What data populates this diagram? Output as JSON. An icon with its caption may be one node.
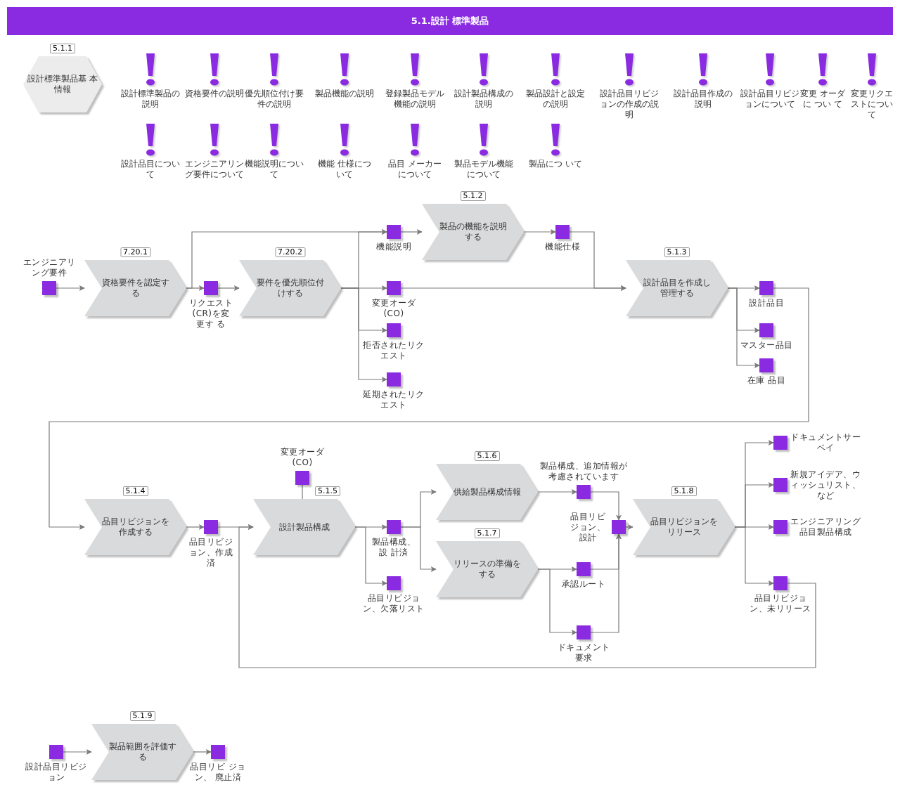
{
  "diagram": {
    "title": "5.1.設計 標準製品",
    "nodes": [
      {
        "text": [
          "設計標準製品基 本情報"
        ],
        "beside": [
          "5.1.1"
        ]
      },
      {
        "text": [],
        "shape": "box",
        "beside": [
          "エンジニアリング要件"
        ]
      },
      {
        "text": [
          "資格要件を認定する"
        ],
        "beside": [
          "7.20.1"
        ]
      },
      {
        "text": [],
        "shape": "box",
        "beside": [
          "リクエスト(CR)を変更す る"
        ]
      },
      {
        "text": [
          "要件を優先順位付けする"
        ],
        "beside": [
          "7.20.2"
        ]
      },
      {
        "text": [],
        "shape": "box",
        "beside": [
          "機能説明"
        ]
      },
      {
        "text": [],
        "shape": "box",
        "beside": [
          "変更オーダ(CO)"
        ]
      },
      {
        "text": [],
        "shape": "box",
        "beside": [
          "拒否されたリクエスト"
        ]
      },
      {
        "text": [],
        "shape": "box",
        "beside": [
          "延期されたリクエスト"
        ]
      },
      {
        "text": [
          "製品の機能を説明する"
        ],
        "beside": [
          "5.1.2"
        ]
      },
      {
        "text": [],
        "shape": "box",
        "beside": [
          "機能仕様"
        ]
      },
      {
        "text": [
          "設計品目を作成し管理する"
        ],
        "beside": [
          "5.1.3"
        ]
      },
      {
        "text": [],
        "shape": "box",
        "beside": [
          "設計品目"
        ]
      },
      {
        "text": [],
        "shape": "box",
        "beside": [
          "マスター品目"
        ]
      },
      {
        "text": [],
        "shape": "box",
        "beside": [
          "在庫 品目"
        ]
      },
      {
        "text": [
          "品目リビジョンを作成する"
        ],
        "beside": [
          "5.1.4"
        ]
      },
      {
        "text": [],
        "shape": "box",
        "beside": [
          "品目リビジョン、作成済"
        ]
      },
      {
        "text": [],
        "shape": "box",
        "beside": [
          "変更オーダ(CO)"
        ]
      },
      {
        "text": [
          "設計製品構成"
        ],
        "beside": [
          "5.1.5"
        ]
      },
      {
        "text": [],
        "shape": "box",
        "beside": [
          "製品構成、設 計済"
        ]
      },
      {
        "text": [],
        "shape": "box",
        "beside": [
          "品目リビジョン、欠落リスト"
        ]
      },
      {
        "text": [
          "供給製品構成情報"
        ],
        "beside": [
          "5.1.6"
        ]
      },
      {
        "text": [
          "リリースの準備をする"
        ],
        "beside": [
          "5.1.7"
        ]
      },
      {
        "text": [],
        "shape": "box",
        "beside": [
          "製品構成、追加情報が考慮されています"
        ]
      },
      {
        "text": [],
        "shape": "box",
        "beside": [
          "承認ルート"
        ]
      },
      {
        "text": [],
        "shape": "box",
        "beside": [
          "ドキュメント要求"
        ]
      },
      {
        "text": [],
        "shape": "box",
        "beside": [
          "品目リビジョン、設計"
        ]
      },
      {
        "text": [
          "品目リビジョンをリリース"
        ],
        "beside": [
          "5.1.8"
        ]
      },
      {
        "text": [],
        "shape": "box",
        "beside": [
          "ドキュメントサーベイ"
        ]
      },
      {
        "text": [],
        "shape": "box",
        "beside": [
          "新規アイデア、ウィッシュリスト、など"
        ]
      },
      {
        "text": [],
        "shape": "box",
        "beside": [
          "エンジニアリング品目製品構成"
        ]
      },
      {
        "text": [],
        "shape": "box",
        "beside": [
          "品目リビジョン、未リリース"
        ]
      },
      {
        "text": [],
        "shape": "box",
        "beside": [
          "設計品目リビジョン"
        ]
      },
      {
        "text": [
          "製品範囲を評価する"
        ],
        "beside": [
          "5.1.9"
        ]
      },
      {
        "text": [],
        "shape": "box",
        "beside": [
          "品目リビ ジョン、 廃止済"
        ]
      }
    ],
    "edges": [
      {
        "from": 1,
        "to": 2,
        "arrow": "to"
      },
      {
        "from": 2,
        "to": 3,
        "arrow": "to"
      },
      {
        "from": 2,
        "to": 5,
        "arrow": "to"
      },
      {
        "from": 3,
        "to": 4,
        "arrow": "to"
      },
      {
        "from": 4,
        "to": 5,
        "arrow": "to"
      },
      {
        "from": 4,
        "to": 6,
        "arrow": "to"
      },
      {
        "from": 4,
        "to": 7,
        "arrow": "to"
      },
      {
        "from": 4,
        "to": 8,
        "arrow": "to"
      },
      {
        "from": 5,
        "to": 9,
        "arrow": "to"
      },
      {
        "from": 9,
        "to": 10,
        "arrow": "to"
      },
      {
        "from": 10,
        "to": 11,
        "arrow": "to"
      },
      {
        "from": 6,
        "to": 11,
        "arrow": "to"
      },
      {
        "from": 11,
        "to": 12,
        "arrow": "to"
      },
      {
        "from": 11,
        "to": 13,
        "arrow": "to"
      },
      {
        "from": 11,
        "to": 14,
        "arrow": "to"
      },
      {
        "from": 12,
        "to": 15,
        "arrow": "to"
      },
      {
        "from": 15,
        "to": 16,
        "arrow": "to"
      },
      {
        "from": 16,
        "to": 18,
        "arrow": "to"
      },
      {
        "from": 17,
        "to": 18,
        "arrow": "none"
      },
      {
        "from": 18,
        "to": 19,
        "arrow": "to"
      },
      {
        "from": 18,
        "to": 20,
        "arrow": "to"
      },
      {
        "from": 19,
        "to": 21,
        "arrow": "to"
      },
      {
        "from": 19,
        "to": 22,
        "arrow": "to"
      },
      {
        "from": 21,
        "to": 23,
        "arrow": "to"
      },
      {
        "from": 22,
        "to": 24,
        "arrow": "to"
      },
      {
        "from": 22,
        "to": 25,
        "arrow": "to"
      },
      {
        "from": 23,
        "to": 26,
        "arrow": "to"
      },
      {
        "from": 24,
        "to": 26,
        "arrow": "to"
      },
      {
        "from": 25,
        "to": 26,
        "arrow": "to"
      },
      {
        "from": 26,
        "to": 27,
        "arrow": "to"
      },
      {
        "from": 27,
        "to": 28,
        "arrow": "to"
      },
      {
        "from": 27,
        "to": 29,
        "arrow": "to"
      },
      {
        "from": 27,
        "to": 30,
        "arrow": "to"
      },
      {
        "from": 27,
        "to": 31,
        "arrow": "to"
      },
      {
        "from": 31,
        "to": 18,
        "arrow": "to"
      },
      {
        "from": 32,
        "to": 33,
        "arrow": "to"
      },
      {
        "from": 33,
        "to": 34,
        "arrow": "to"
      }
    ],
    "labels": [
      "設計標準製品の説明",
      "資格要件の説明",
      "優先順位付け要件の説明",
      "製品機能の説明",
      "登録製品モデル機能の説明",
      "設計製品構成の説明",
      "製品設計と設定の説明",
      "設計品目リビジョンの作成の説明",
      "設計品目作成の説明",
      "設計品目リビジョンについて",
      "変更 オーダに つい て",
      "変更リクエストについて",
      "設計品目について",
      "エンジニアリング要件について",
      "機能説明について",
      "機能 仕様について",
      "品目 メーカーについて",
      "製品モデル機能について",
      "製品につ いて"
    ]
  }
}
